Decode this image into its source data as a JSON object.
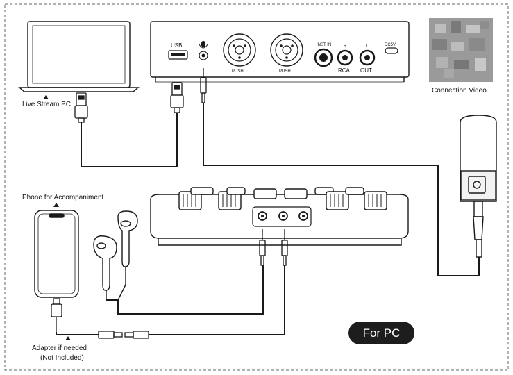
{
  "labels": {
    "live_stream_pc": "Live Stream PC",
    "phone_for_accompaniment": "Phone for Accompaniment",
    "adapter_line1": "Adapter if needed",
    "adapter_line2": "(Not Included)",
    "connection_video": "Connection Video",
    "for_pc": "For PC"
  },
  "ports": {
    "usb": "USB",
    "push_left": "PUSH",
    "push_right": "PUSH",
    "inst_in": "INST IN",
    "r": "R",
    "l": "L",
    "dc5v": "DC5V",
    "rca": "RCA",
    "out": "OUT"
  },
  "colors": {
    "line": "#1a1a1a",
    "badge": "#1d1d1d"
  }
}
